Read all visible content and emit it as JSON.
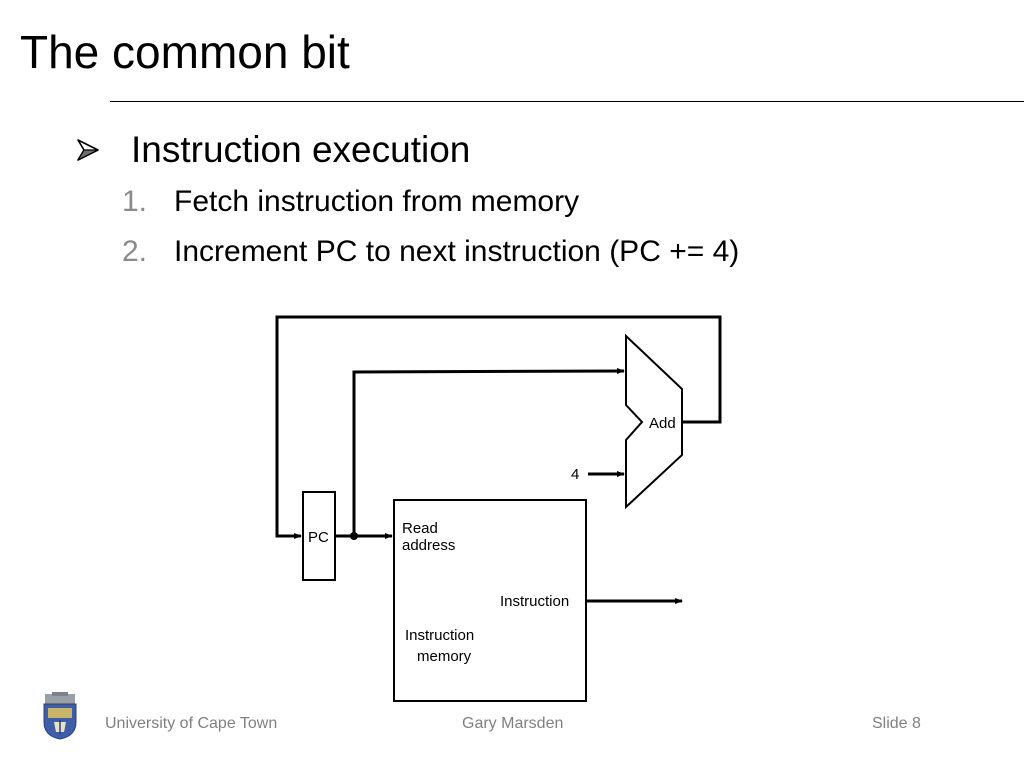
{
  "slide": {
    "title": "The common bit",
    "bullet": "Instruction execution",
    "items": [
      {
        "num": "1.",
        "text": "Fetch instruction from memory"
      },
      {
        "num": "2.",
        "text": "Increment PC to next instruction (PC += 4)"
      }
    ]
  },
  "diagram": {
    "pc_label": "PC",
    "add_label": "Add",
    "four_label": "4",
    "read_label_1": "Read",
    "read_label_2": "address",
    "instruction_out_label": "Instruction",
    "memory_label_1": "Instruction",
    "memory_label_2": "memory"
  },
  "footer": {
    "left": "University of Cape Town",
    "center": "Gary Marsden",
    "right": "Slide 8"
  },
  "icons": {
    "bullet": "arrow-bullet-icon",
    "logo": "uct-crest-logo"
  },
  "colors": {
    "footer_text": "#808080",
    "number_text": "#8a8a8a"
  }
}
